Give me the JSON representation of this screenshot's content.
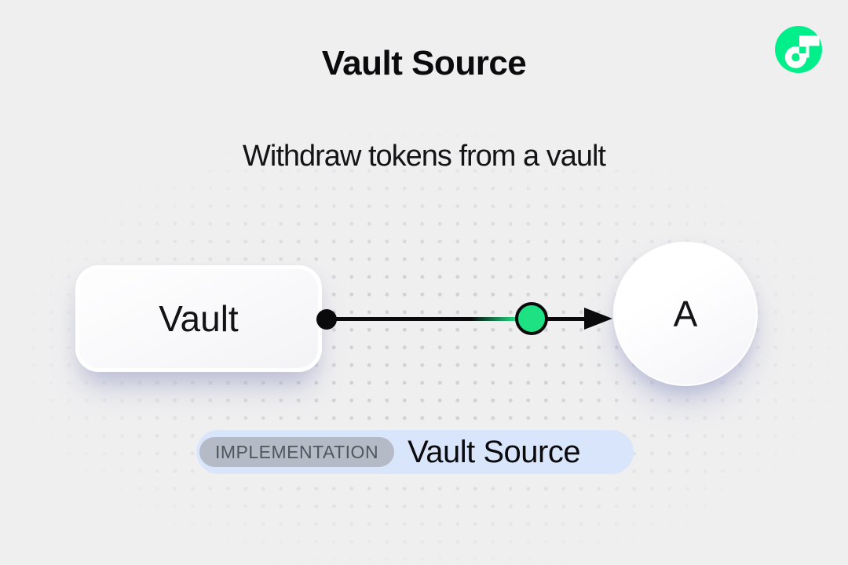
{
  "header": {
    "title": "Vault Source",
    "subtitle": "Withdraw tokens from a vault"
  },
  "logo": {
    "icon": "flow-logo"
  },
  "diagram": {
    "vault_node": {
      "label": "Vault"
    },
    "account_node": {
      "label": "A"
    },
    "edge": {
      "start_marker": "black-dot",
      "mid_marker": "green-dot",
      "end_marker": "arrowhead"
    }
  },
  "caption": {
    "badge_label": "IMPLEMENTATION",
    "title": "Vault Source"
  },
  "colors": {
    "background": "#efeff0",
    "dot_grid": "#d2d2d6",
    "logo_green": "#00ef8b",
    "marker_green": "#1de183",
    "line_black": "#0a0a0c",
    "caption_background": "#d9e5fb",
    "badge_background": "#b4bbc7",
    "badge_text": "#51565d",
    "text_black": "#0b0b0d"
  }
}
